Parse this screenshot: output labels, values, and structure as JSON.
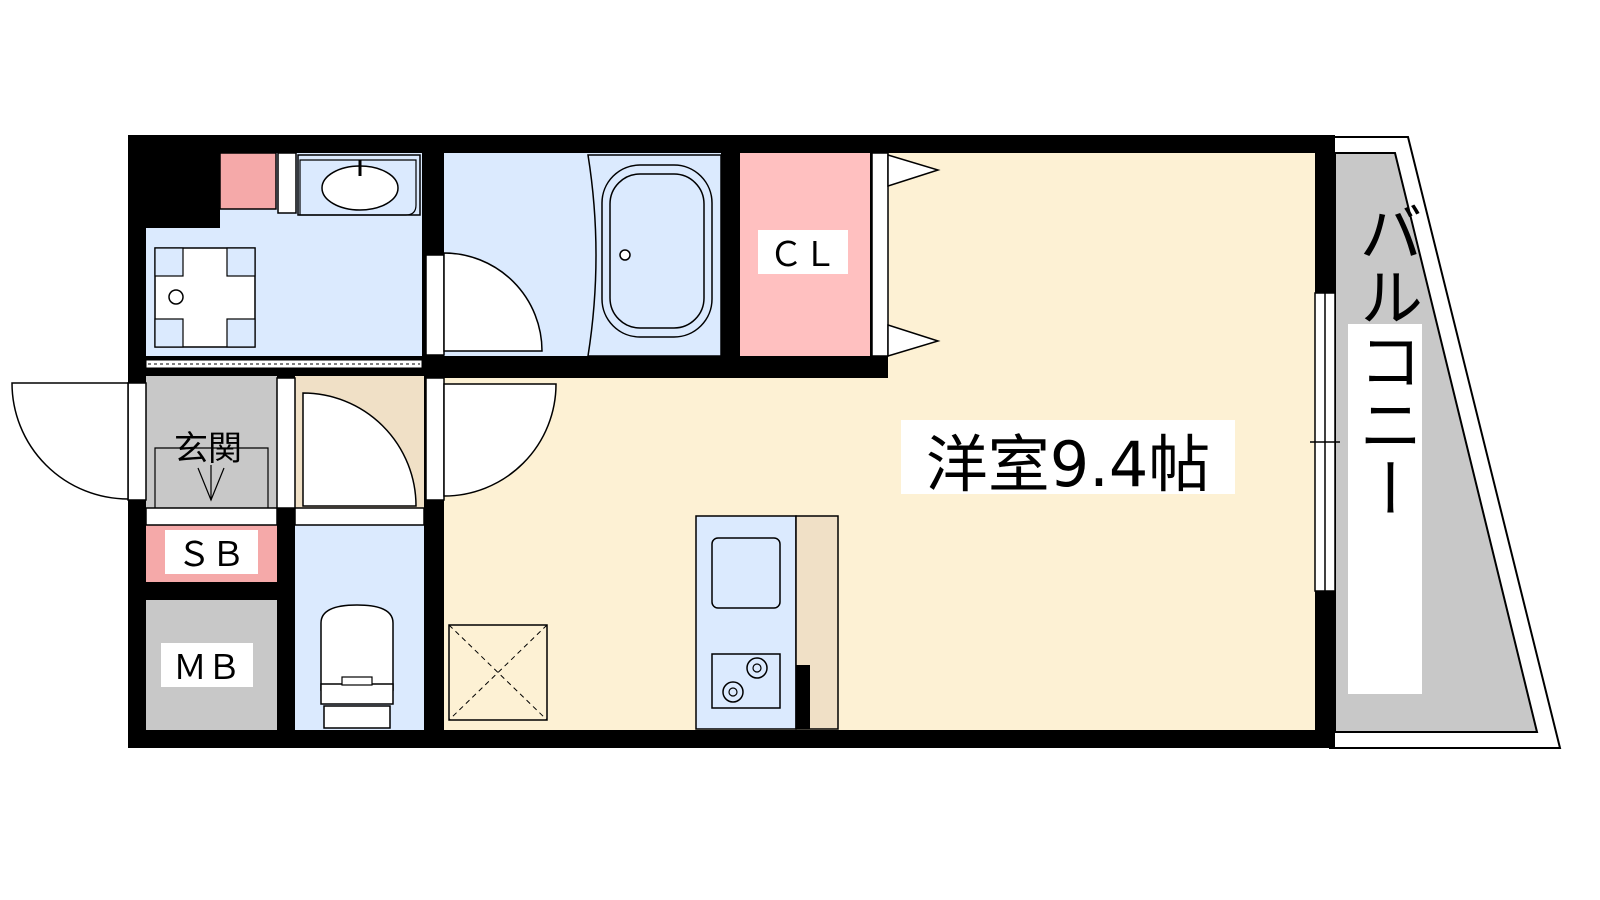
{
  "rooms": {
    "western_room": {
      "label": "洋室9.4帖"
    },
    "closet": {
      "label": "ＣＬ"
    },
    "entrance": {
      "label": "玄関"
    },
    "shoe_box": {
      "label": "ＳＢ"
    },
    "meter_box": {
      "label": "ＭＢ"
    },
    "balcony": {
      "label": "バルコニー"
    }
  },
  "colors": {
    "wall": "#000000",
    "wet_area": "#dbeafe",
    "storage": "#ffc0c0",
    "living": "#fdf1d4",
    "floor_tan": "#f0e0c6",
    "gray": "#c8c8c8"
  }
}
